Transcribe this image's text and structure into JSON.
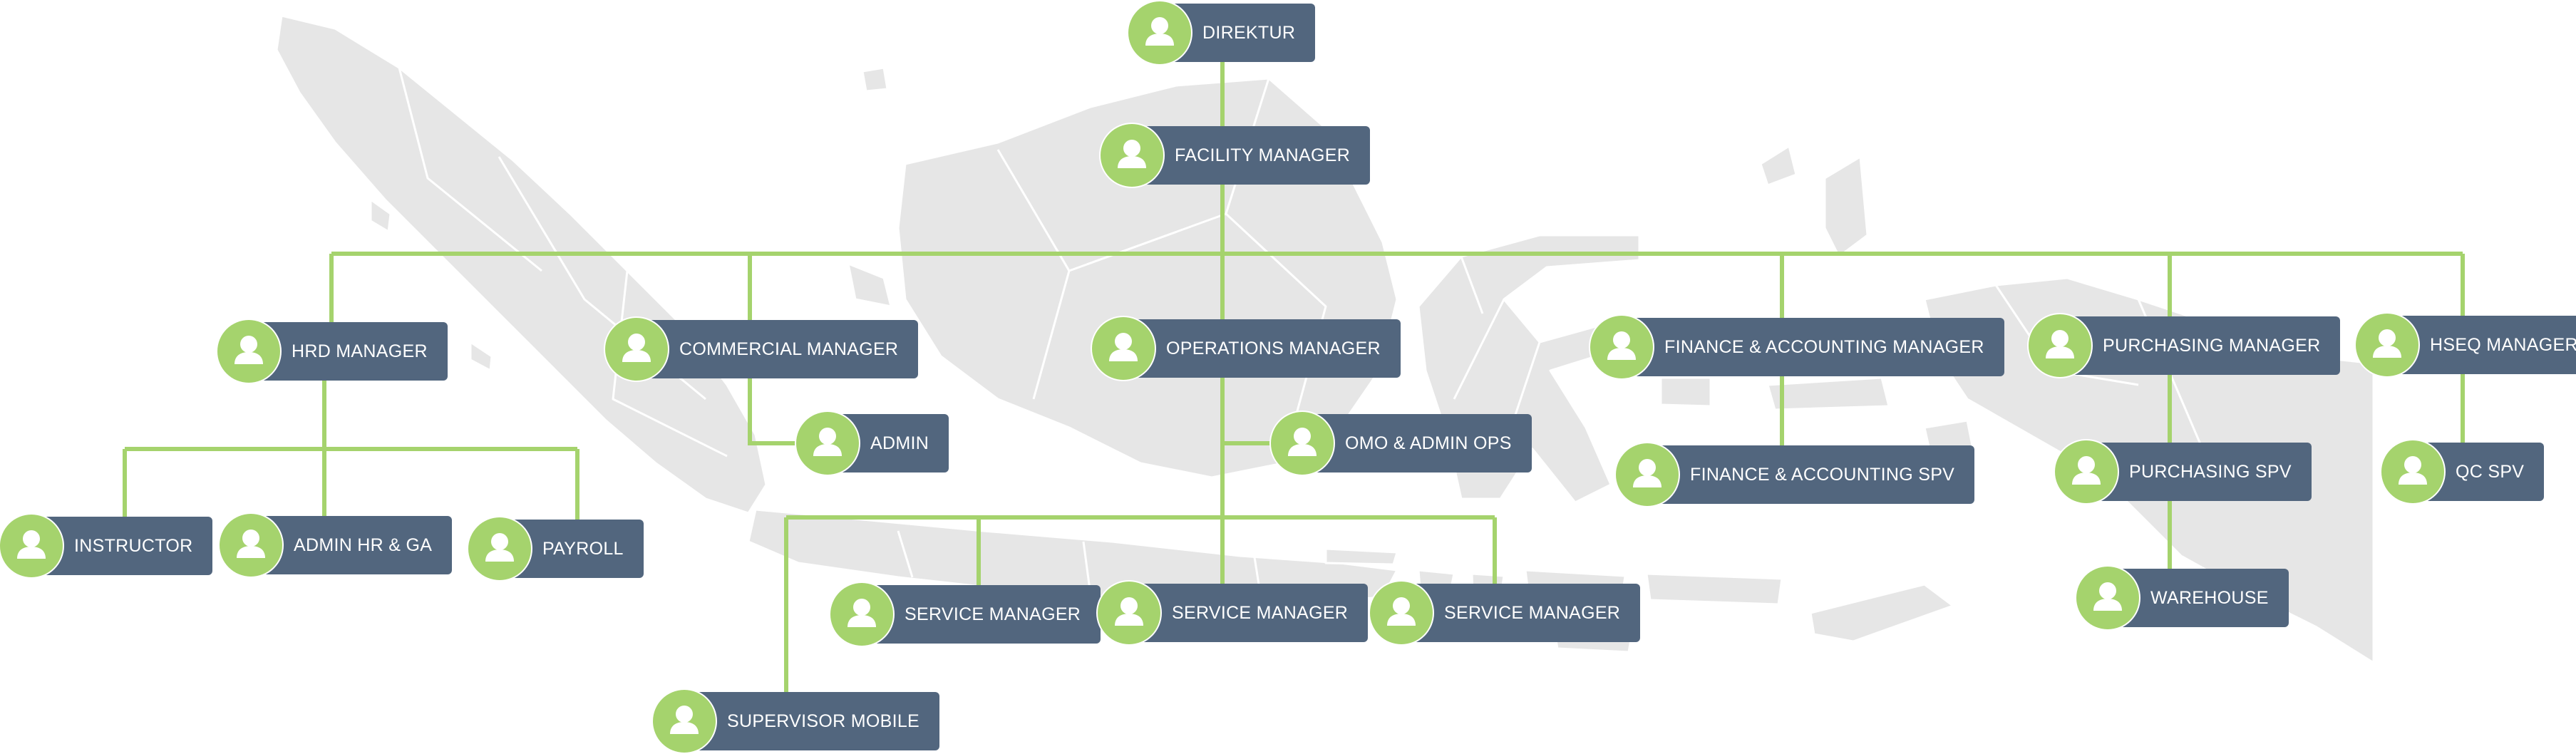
{
  "colors": {
    "box": "#52667e",
    "avatar": "#a5d36d",
    "connector": "#a5d36d",
    "map": "#e6e6e6",
    "map_border": "#ffffff",
    "label": "#ffffff"
  },
  "nodes": [
    {
      "id": "direktur",
      "label": "DIREKTUR",
      "icon": "user-icon"
    },
    {
      "id": "facility",
      "label": "FACILITY MANAGER",
      "icon": "user-icon"
    },
    {
      "id": "hrd",
      "label": "HRD MANAGER",
      "icon": "user-icon"
    },
    {
      "id": "commercial",
      "label": "COMMERCIAL MANAGER",
      "icon": "user-icon"
    },
    {
      "id": "operations",
      "label": "OPERATIONS MANAGER",
      "icon": "user-icon"
    },
    {
      "id": "finance",
      "label": "FINANCE & ACCOUNTING MANAGER",
      "icon": "user-icon"
    },
    {
      "id": "purchasing",
      "label": "PURCHASING MANAGER",
      "icon": "user-icon"
    },
    {
      "id": "hseq",
      "label": "HSEQ MANAGER",
      "icon": "user-icon"
    },
    {
      "id": "admin",
      "label": "ADMIN",
      "icon": "user-icon"
    },
    {
      "id": "omo",
      "label": "OMO & ADMIN OPS",
      "icon": "user-icon"
    },
    {
      "id": "finspv",
      "label": "FINANCE & ACCOUNTING SPV",
      "icon": "user-icon"
    },
    {
      "id": "purspv",
      "label": "PURCHASING SPV",
      "icon": "user-icon"
    },
    {
      "id": "qcspv",
      "label": "QC SPV",
      "icon": "user-icon"
    },
    {
      "id": "instructor",
      "label": "INSTRUCTOR",
      "icon": "user-icon"
    },
    {
      "id": "adminhr",
      "label": "ADMIN HR & GA",
      "icon": "user-icon"
    },
    {
      "id": "payroll",
      "label": "PAYROLL",
      "icon": "user-icon"
    },
    {
      "id": "service1",
      "label": "SERVICE MANAGER",
      "icon": "user-icon"
    },
    {
      "id": "service2",
      "label": "SERVICE MANAGER",
      "icon": "user-icon"
    },
    {
      "id": "service3",
      "label": "SERVICE MANAGER",
      "icon": "user-icon"
    },
    {
      "id": "warehouse",
      "label": "WAREHOUSE",
      "icon": "user-icon"
    },
    {
      "id": "supervisor",
      "label": "SUPERVISOR MOBILE",
      "icon": "user-icon"
    }
  ],
  "edges": [
    [
      "direktur",
      "facility"
    ],
    [
      "facility",
      "hrd"
    ],
    [
      "facility",
      "commercial"
    ],
    [
      "facility",
      "operations"
    ],
    [
      "facility",
      "finance"
    ],
    [
      "facility",
      "purchasing"
    ],
    [
      "facility",
      "hseq"
    ],
    [
      "hrd",
      "instructor"
    ],
    [
      "hrd",
      "adminhr"
    ],
    [
      "hrd",
      "payroll"
    ],
    [
      "commercial",
      "admin"
    ],
    [
      "operations",
      "omo"
    ],
    [
      "operations",
      "supervisor"
    ],
    [
      "operations",
      "service1"
    ],
    [
      "operations",
      "service2"
    ],
    [
      "operations",
      "service3"
    ],
    [
      "finance",
      "finspv"
    ],
    [
      "purchasing",
      "purspv"
    ],
    [
      "purspv",
      "warehouse"
    ],
    [
      "hseq",
      "qcspv"
    ]
  ]
}
